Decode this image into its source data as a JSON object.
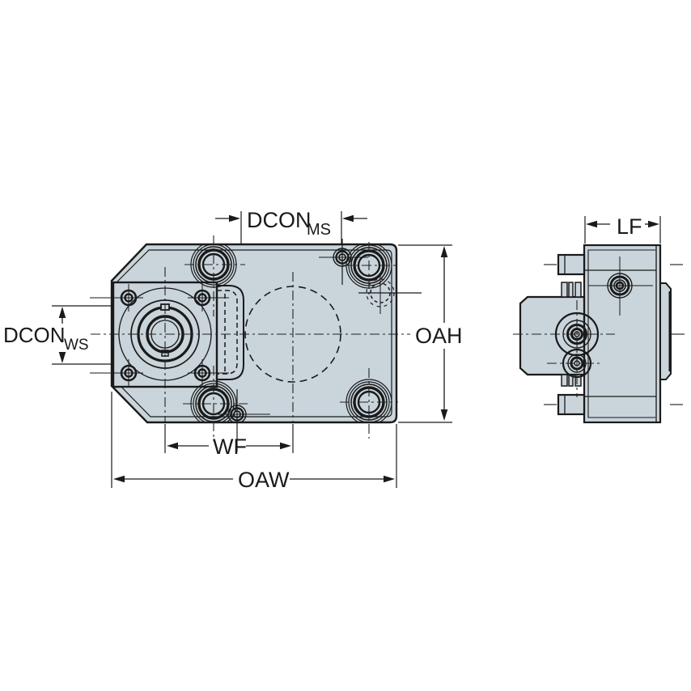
{
  "labels": {
    "dcon_ms_main": "DCON",
    "dcon_ms_sub": "MS",
    "dcon_ws_main": "DCON",
    "dcon_ws_sub": "WS",
    "oah": "OAH",
    "wf": "WF",
    "oaw": "OAW",
    "lf": "LF"
  },
  "colors": {
    "body_fill": "#c9d4db",
    "line": "#1a1a1a",
    "centerline": "#222222",
    "background": "#ffffff"
  }
}
